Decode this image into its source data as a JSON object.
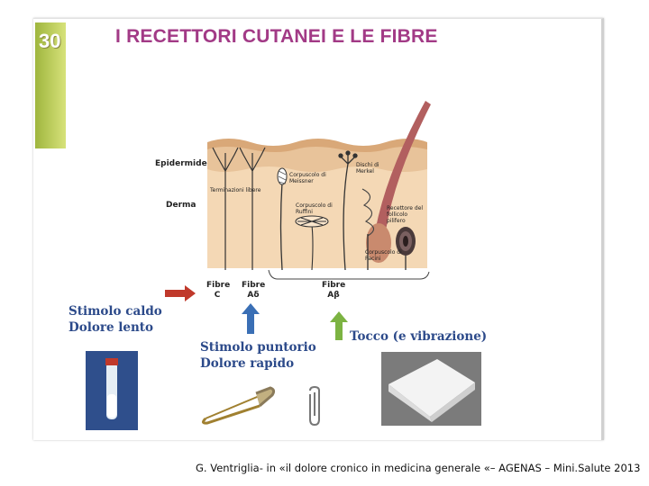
{
  "slide": {
    "title": "I RECETTORI CUTANEI E LE FIBRE",
    "side_logo_text": "30"
  },
  "diagram": {
    "layer_labels": {
      "epidermis": "Epidermide",
      "dermis": "Derma"
    },
    "structures": {
      "free_endings": "Terminazioni libere",
      "meissner": "Corpuscolo di Meissner",
      "merkel": "Dischi di Merkel",
      "ruffini": "Corpuscolo di Ruffini",
      "follicle_receptor": "Recettore del follicolo pilifero",
      "pacini": "Corpuscolo di Pacini"
    },
    "fibers": {
      "c_line1": "Fibre",
      "c_line2": "C",
      "ad_line1": "Fibre",
      "ad_line2": "Aδ",
      "ab_line1": "Fibre",
      "ab_line2": "Aβ"
    }
  },
  "stimuli": {
    "heat_line1": "Stimolo caldo",
    "heat_line2": "Dolore lento",
    "prick_line1": "Stimolo puntorio",
    "prick_line2": "Dolore rapido",
    "touch": "Tocco (e vibrazione)"
  },
  "colors": {
    "title": "#a23a86",
    "stimulus_text": "#2c4a8a",
    "arrow_red": "#c0392b",
    "arrow_blue": "#3a6fb5",
    "arrow_green": "#7cb342",
    "skin_epidermis": "#e8c39a",
    "skin_dermis": "#f4d8b5"
  },
  "footer": {
    "citation": "G. Ventriglia- in «il dolore cronico in medicina generale «– AGENAS – Mini.Salute 2013"
  }
}
